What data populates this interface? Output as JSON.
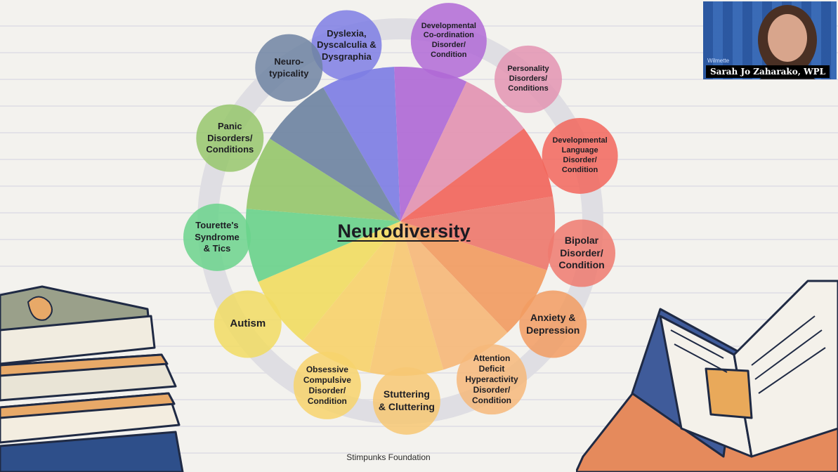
{
  "title": "Neurodiversity",
  "credit": "Stimpunks Foundation",
  "webcam": {
    "name_label": "Sarah Jo Zaharako, WPL",
    "watermark": "Wilmette"
  },
  "segments": [
    {
      "label": "Dyslexia,\nDyscalculia &\nDysgraphia",
      "color": "#7e7ee4"
    },
    {
      "label": "Developmental\nCo-ordination\nDisorder/\nCondition",
      "color": "#b06ad6"
    },
    {
      "label": "Personality\nDisorders/\nConditions",
      "color": "#e394b2"
    },
    {
      "label": "Developmental\nLanguage\nDisorder/\nCondition",
      "color": "#f2665c"
    },
    {
      "label": "Bipolar\nDisorder/\nCondition",
      "color": "#ee7a6e"
    },
    {
      "label": "Anxiety &\nDepression",
      "color": "#f29c62"
    },
    {
      "label": "Attention\nDeficit\nHyperactivity\nDisorder/\nCondition",
      "color": "#f6b87a"
    },
    {
      "label": "Stuttering\n& Cluttering",
      "color": "#f7c873"
    },
    {
      "label": "Obsessive\nCompulsive\nDisorder/\nCondition",
      "color": "#f7d36c"
    },
    {
      "label": "Autism",
      "color": "#f1dc63"
    },
    {
      "label": "Tourette's\nSyndrome\n& Tics",
      "color": "#6bd38c"
    },
    {
      "label": "Panic\nDisorders/\nConditions",
      "color": "#97c76c"
    },
    {
      "label": "Neuro-\ntypicality",
      "color": "#6f84a2"
    }
  ]
}
